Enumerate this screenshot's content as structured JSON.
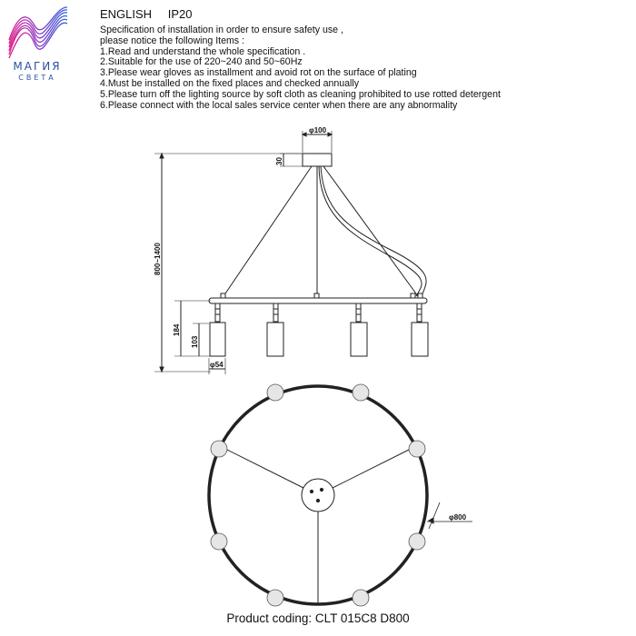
{
  "brand": {
    "name": "МАГИЯ",
    "sub": "СВЕТА"
  },
  "header": {
    "language": "ENGLISH",
    "ip_rating": "IP20"
  },
  "spec": {
    "intro": "Specification of installation in order to ensure safety use ,",
    "notice": "please notice the following Items :",
    "items": [
      "1.Read and understand the whole specification .",
      "2.Suitable for the use of 220~240 and 50~60Hz",
      "3.Please wear gloves as installment and avoid rot on the surface of plating",
      "4.Must be installed on the fixed places and checked annually",
      "5.Please turn off the lighting source by soft cloth as cleaning prohibited to use rotted detergent",
      "6.Please connect with the local sales service center when there are any abnormality"
    ]
  },
  "dimensions": {
    "canopy_diameter": "φ100",
    "canopy_height": "30",
    "suspension_height": "800~1400",
    "lamp_drop": "184",
    "shade_height": "103",
    "shade_diameter": "φ54",
    "ring_diameter": "φ800"
  },
  "footer": {
    "product_coding": "Product coding: CLT 015C8 D800"
  }
}
